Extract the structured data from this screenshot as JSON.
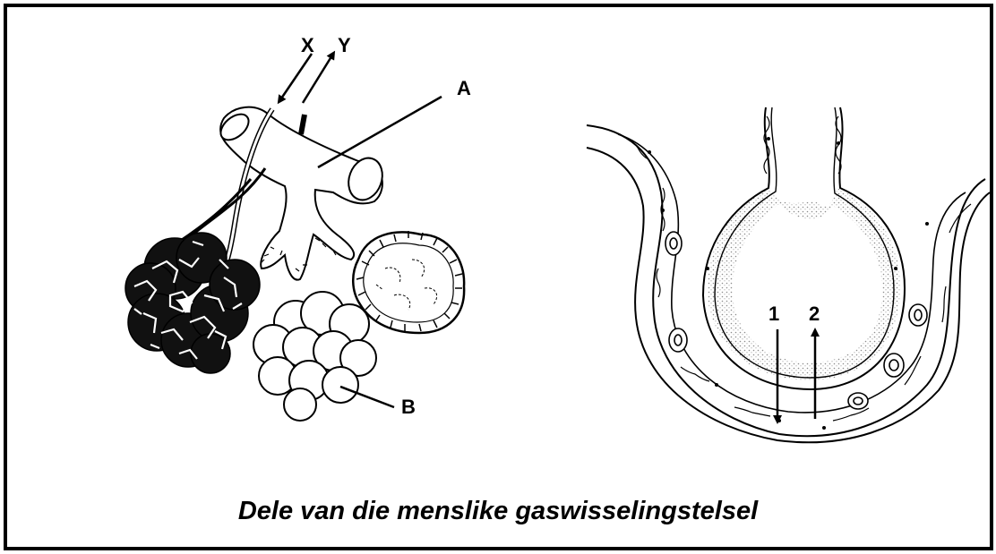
{
  "labels": {
    "x": "X",
    "y": "Y",
    "a": "A",
    "b": "B",
    "one": "1",
    "two": "2"
  },
  "caption": "Dele van die menslike gaswisselingstelsel",
  "colors": {
    "ink": "#000000",
    "paper": "#ffffff",
    "stipple": "#9a9a9a"
  }
}
